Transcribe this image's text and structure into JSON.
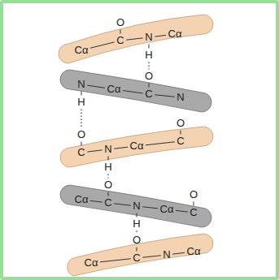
{
  "diagram": {
    "labels": [
      "O",
      "Cα",
      "C",
      "N",
      "Cα",
      "H",
      "O",
      "N",
      "Cα",
      "C",
      "N",
      "H",
      "O",
      "O",
      "C",
      "N",
      "Cα",
      "C",
      "H",
      "O",
      "O",
      "Cα",
      "C",
      "N",
      "Cα",
      "C",
      "H",
      "O",
      "Cα",
      "C",
      "N",
      "Cα"
    ]
  }
}
